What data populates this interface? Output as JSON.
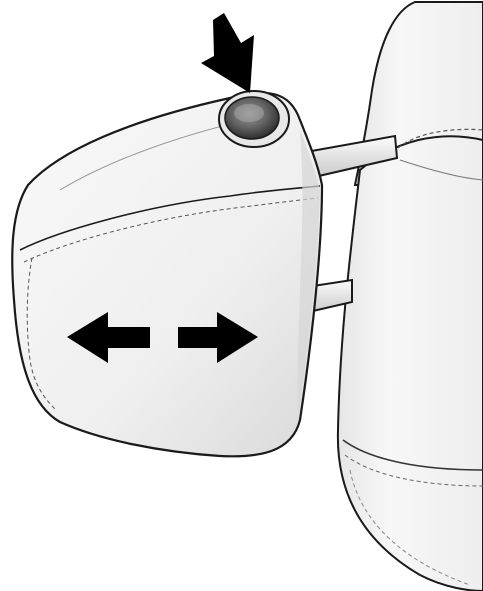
{
  "diagram": {
    "parts": [
      {
        "id": "headrest",
        "icon": "headrest-icon"
      },
      {
        "id": "release-button",
        "icon": "push-button-icon"
      },
      {
        "id": "support-posts",
        "icon": "post-icon"
      },
      {
        "id": "seatback",
        "icon": "seatback-icon"
      }
    ],
    "indicators": [
      {
        "id": "press-arrow",
        "icon": "arrow-down-icon",
        "meaning": "press"
      },
      {
        "id": "move-left-arrow",
        "icon": "arrow-left-icon",
        "meaning": "move"
      },
      {
        "id": "move-right-arrow",
        "icon": "arrow-right-icon",
        "meaning": "move"
      }
    ],
    "colors": {
      "outline": "#1a1a1a",
      "fill": "#f3f3f3",
      "shade": "#dcdcdc",
      "button": "#6a6a6a",
      "arrow": "#000000"
    }
  }
}
